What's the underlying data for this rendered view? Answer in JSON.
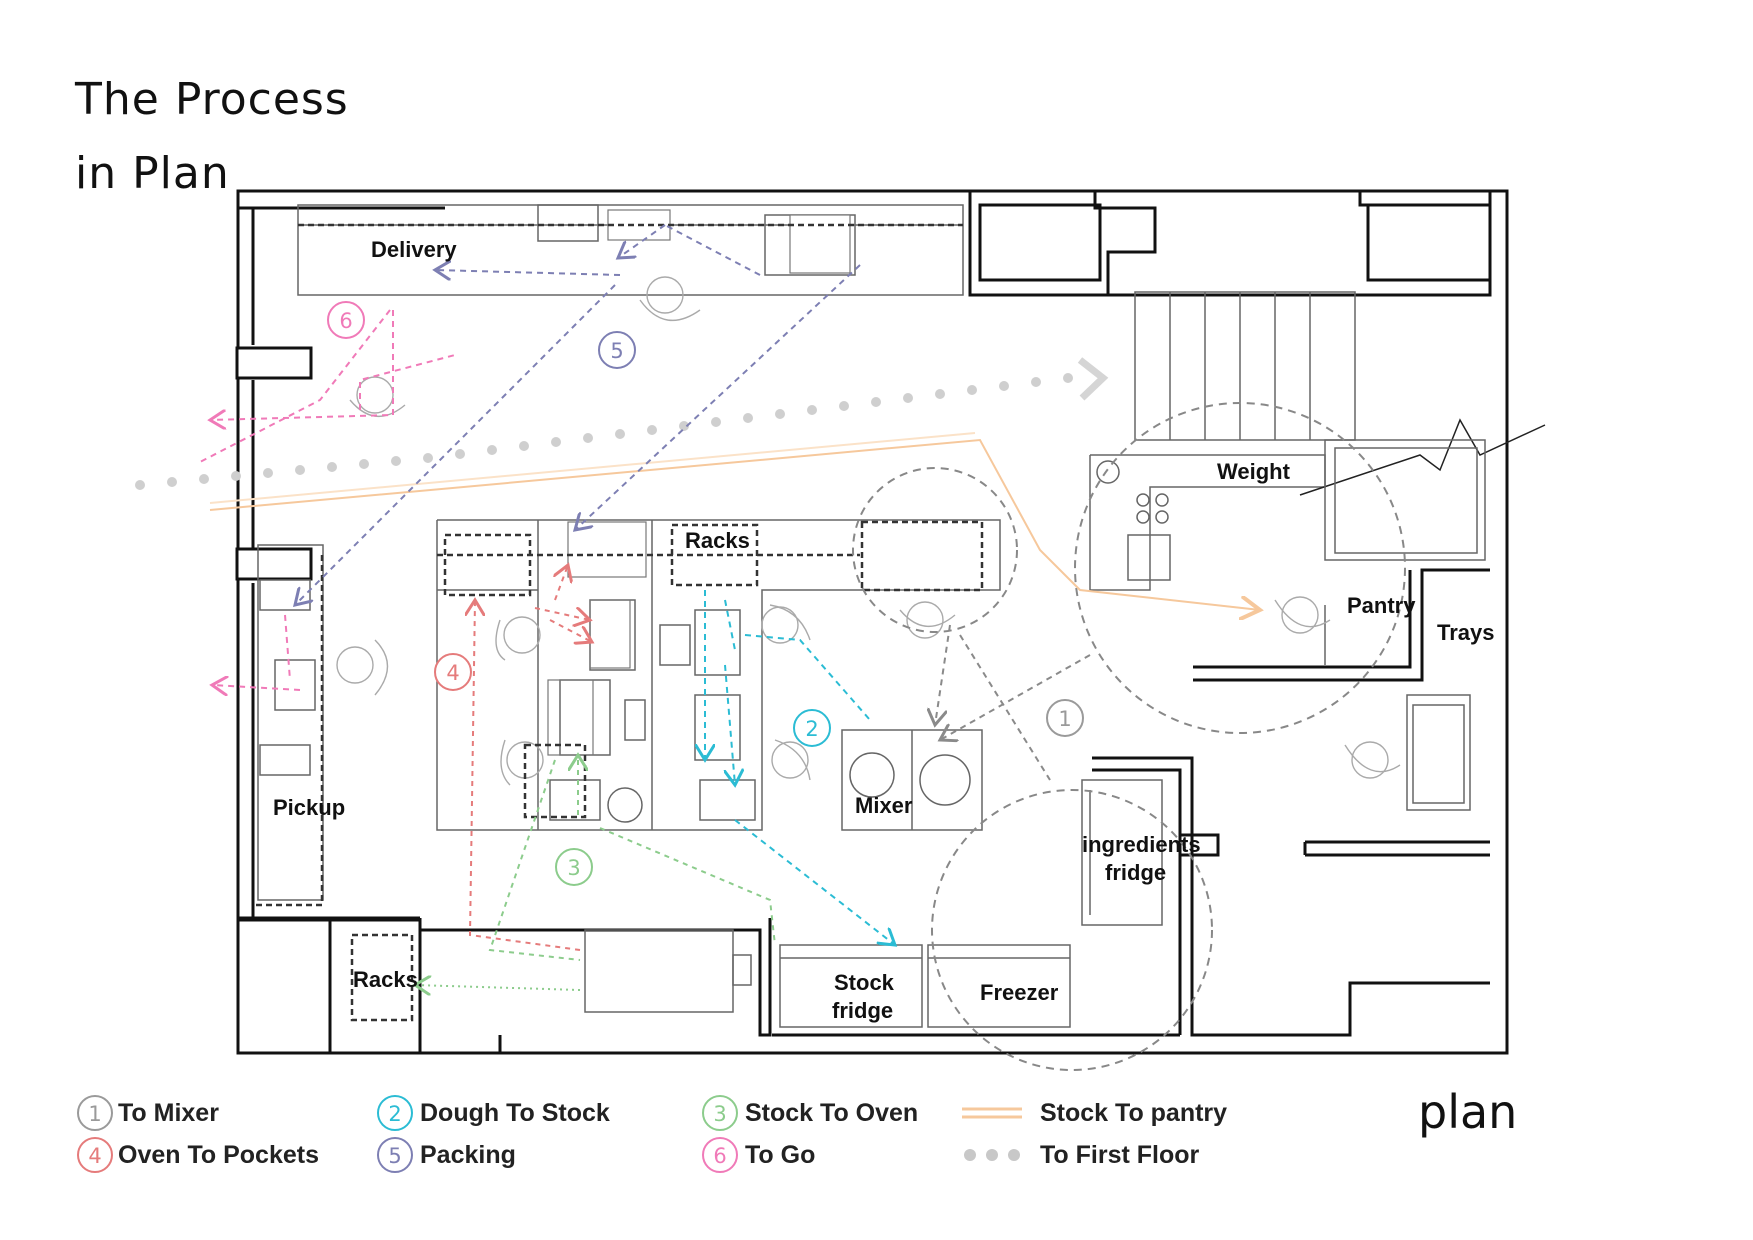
{
  "title": {
    "line1": "The Process",
    "line2": "in Plan"
  },
  "corner_label": "plan",
  "rooms": {
    "delivery": "Delivery",
    "racks_top": "Racks",
    "weight": "Weight",
    "pantry": "Pantry",
    "trays": "Trays",
    "pickup": "Pickup",
    "mixer": "Mixer",
    "ingredients_fridge_1": "ingredients",
    "ingredients_fridge_2": "fridge",
    "racks_bottom": "Racks",
    "stock_fridge_1": "Stock",
    "stock_fridge_2": "fridge",
    "freezer": "Freezer"
  },
  "markers": {
    "m1": "1",
    "m2": "2",
    "m3": "3",
    "m4": "4",
    "m5": "5",
    "m6": "6"
  },
  "legend": [
    {
      "num": "1",
      "label": "To Mixer",
      "color": "#9a9a9a"
    },
    {
      "num": "4",
      "label": "Oven To Pockets",
      "color": "#e57b7b"
    },
    {
      "num": "2",
      "label": "Dough To Stock",
      "color": "#2bbcd4"
    },
    {
      "num": "5",
      "label": "Packing",
      "color": "#7d7fb3"
    },
    {
      "num": "3",
      "label": "Stock To Oven",
      "color": "#8ccc8c"
    },
    {
      "num": "6",
      "label": "To Go",
      "color": "#f07ab8"
    },
    {
      "num": "",
      "label": "Stock To pantry",
      "color": "#f6c89c"
    },
    {
      "num": "",
      "label": "To First Floor",
      "color": "#c8c8c8"
    }
  ]
}
